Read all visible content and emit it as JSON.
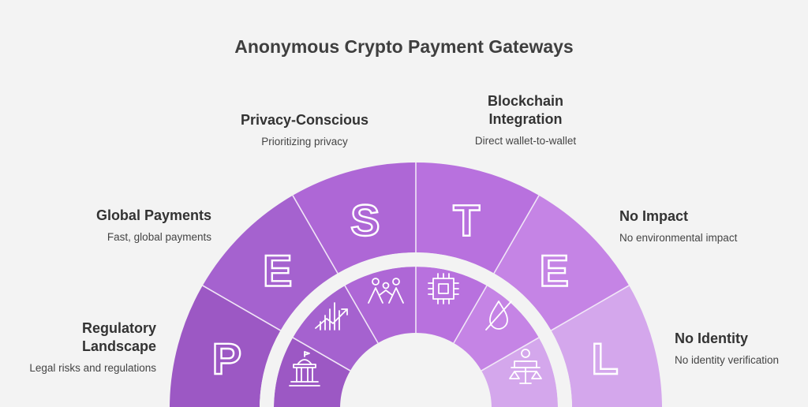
{
  "title": "Anonymous Crypto Payment Gateways",
  "colors": {
    "background": "#f3f3f3",
    "segment_p": "#9c58c4",
    "segment_e1": "#a562cf",
    "segment_s": "#ae67d6",
    "segment_t": "#b871de",
    "segment_e2": "#c584e5",
    "segment_l": "#d4a7ec"
  },
  "segments": [
    {
      "letter": "P",
      "heading": "Regulatory Landscape",
      "heading_lines": [
        "Regulatory",
        "Landscape"
      ],
      "description": "Legal risks and regulations",
      "icon": "government-building-icon"
    },
    {
      "letter": "E",
      "heading": "Global Payments",
      "heading_lines": [
        "Global Payments"
      ],
      "description": "Fast, global payments",
      "icon": "growth-chart-icon"
    },
    {
      "letter": "S",
      "heading": "Privacy-Conscious",
      "heading_lines": [
        "Privacy-Conscious"
      ],
      "description": "Prioritizing privacy",
      "icon": "people-icon"
    },
    {
      "letter": "T",
      "heading": "Blockchain Integration",
      "heading_lines": [
        "Blockchain",
        "Integration"
      ],
      "description": "Direct wallet-to-wallet",
      "icon": "chip-icon"
    },
    {
      "letter": "E",
      "heading": "No Impact",
      "heading_lines": [
        "No Impact"
      ],
      "description": "No environmental impact",
      "icon": "no-water-drop-icon"
    },
    {
      "letter": "L",
      "heading": "No Identity",
      "heading_lines": [
        "No Identity"
      ],
      "description": "No identity verification",
      "icon": "justice-scales-icon"
    }
  ]
}
